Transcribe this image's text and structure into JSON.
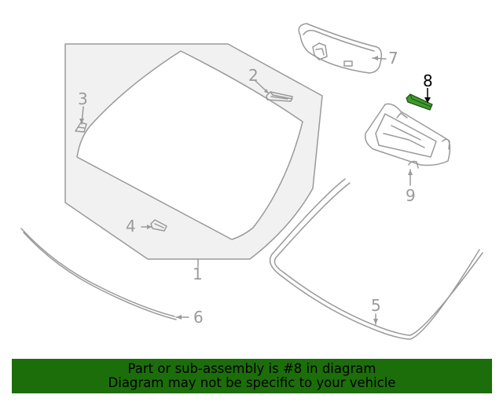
{
  "colors": {
    "line": "#9a9a9a",
    "glass_fill": "#f1f1f1",
    "highlight_part": "#3f9a2a",
    "highlight_label": "#000000",
    "banner_bg": "#1c6e0a",
    "banner_text": "#000000"
  },
  "diagram": {
    "highlighted_callout": "8",
    "callouts": [
      {
        "id": "1",
        "label": "1"
      },
      {
        "id": "2",
        "label": "2"
      },
      {
        "id": "3",
        "label": "3"
      },
      {
        "id": "4",
        "label": "4"
      },
      {
        "id": "5",
        "label": "5"
      },
      {
        "id": "6",
        "label": "6"
      },
      {
        "id": "7",
        "label": "7"
      },
      {
        "id": "8",
        "label": "8"
      },
      {
        "id": "9",
        "label": "9"
      }
    ]
  },
  "banner": {
    "line1": "Part or sub-assembly is #8 in diagram",
    "line2": "Diagram may not be specific to your vehicle"
  }
}
